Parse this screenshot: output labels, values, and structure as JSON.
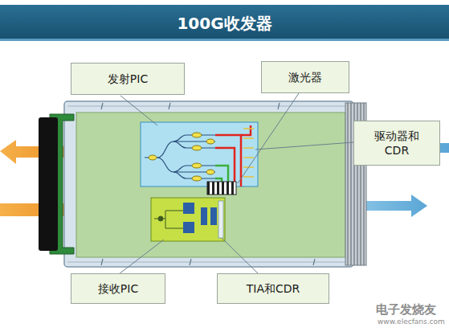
{
  "diagram": {
    "title": "100G收发器",
    "nodes": [
      {
        "text": [
          "发射PIC"
        ]
      },
      {
        "text": [
          "激光器"
        ]
      },
      {
        "text": [
          "驱动器和 CDR"
        ]
      },
      {
        "text": [
          "接收PIC"
        ]
      },
      {
        "text": [
          "TIA和CDR"
        ]
      }
    ],
    "labels": [
      "电子发烧友",
      "www.elecfans.com"
    ]
  }
}
